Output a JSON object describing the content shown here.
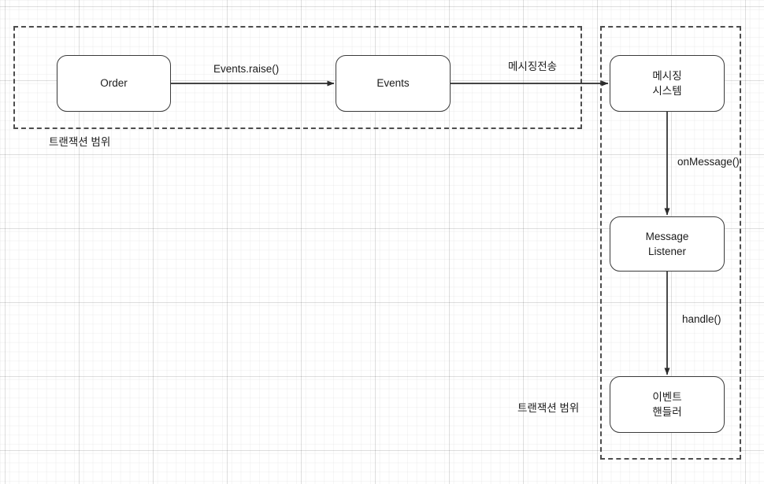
{
  "diagram": {
    "title": "Event transaction scope diagram",
    "stroke_color": "#2b2b2b",
    "node_border_color": "#3a3a3a",
    "scope_border_color": "#4d4d4d",
    "background_color": "#ffffff",
    "grid_color": "#d9d9d9"
  },
  "scopes": [
    {
      "id": "scope-left",
      "label": "트랜잭션 범위"
    },
    {
      "id": "scope-right",
      "label": "트랜잭션 범위"
    }
  ],
  "nodes": [
    {
      "id": "order",
      "label": "Order"
    },
    {
      "id": "events",
      "label": "Events"
    },
    {
      "id": "messaging-system",
      "label": "메시징\n시스템"
    },
    {
      "id": "message-listener",
      "label": "Message\nListener"
    },
    {
      "id": "event-handler",
      "label": "이벤트\n핸들러"
    }
  ],
  "edges": [
    {
      "id": "order-to-events",
      "label": "Events.raise()",
      "from": "order",
      "to": "events",
      "direction": "right"
    },
    {
      "id": "events-to-messaging",
      "label": "메시징전송",
      "from": "events",
      "to": "messaging-system",
      "direction": "right"
    },
    {
      "id": "messaging-to-listener",
      "label": "onMessage()",
      "from": "messaging-system",
      "to": "message-listener",
      "direction": "down"
    },
    {
      "id": "listener-to-event-handler",
      "label": "handle()",
      "from": "message-listener",
      "to": "event-handler",
      "direction": "down"
    }
  ]
}
